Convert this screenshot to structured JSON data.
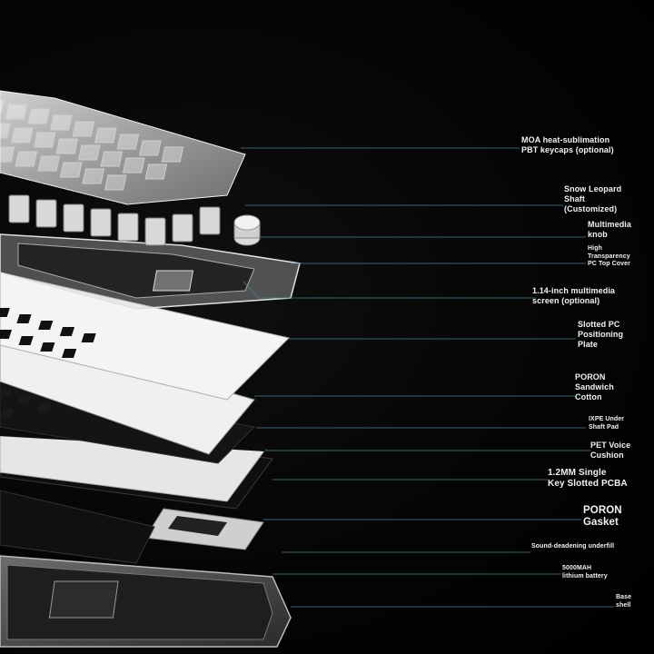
{
  "callouts": [
    {
      "id": "keycaps",
      "text": "MOA heat-sublimation\nPBT keycaps (optional)"
    },
    {
      "id": "shaft",
      "text": "Snow Leopard\nShaft\n(Customized)"
    },
    {
      "id": "knob",
      "text": "Multimedia\nknob"
    },
    {
      "id": "cover",
      "text": "High\nTransparency\nPC Top Cover"
    },
    {
      "id": "screen",
      "text": "1.14-inch multimedia\nscreen (optional)"
    },
    {
      "id": "plate",
      "text": "Slotted PC\nPositioning\nPlate"
    },
    {
      "id": "sandwich",
      "text": "PORON\nSandwich\nCotton"
    },
    {
      "id": "ixpe",
      "text": "IXPE Under\nShaft Pad"
    },
    {
      "id": "pet",
      "text": "PET Voice\nCushion"
    },
    {
      "id": "pcba",
      "text": "1.2MM Single\nKey Slotted PCBA"
    },
    {
      "id": "gasket",
      "text": "PORON\nGasket"
    },
    {
      "id": "underfill",
      "text": "Sound-deadening underfill"
    },
    {
      "id": "battery",
      "text": "5000MAH\nlithium battery"
    },
    {
      "id": "base",
      "text": "Base\nshell"
    }
  ],
  "colors": {
    "background": "#000000",
    "leader_line": "#4a7f95",
    "text": "#f2f2f2"
  }
}
